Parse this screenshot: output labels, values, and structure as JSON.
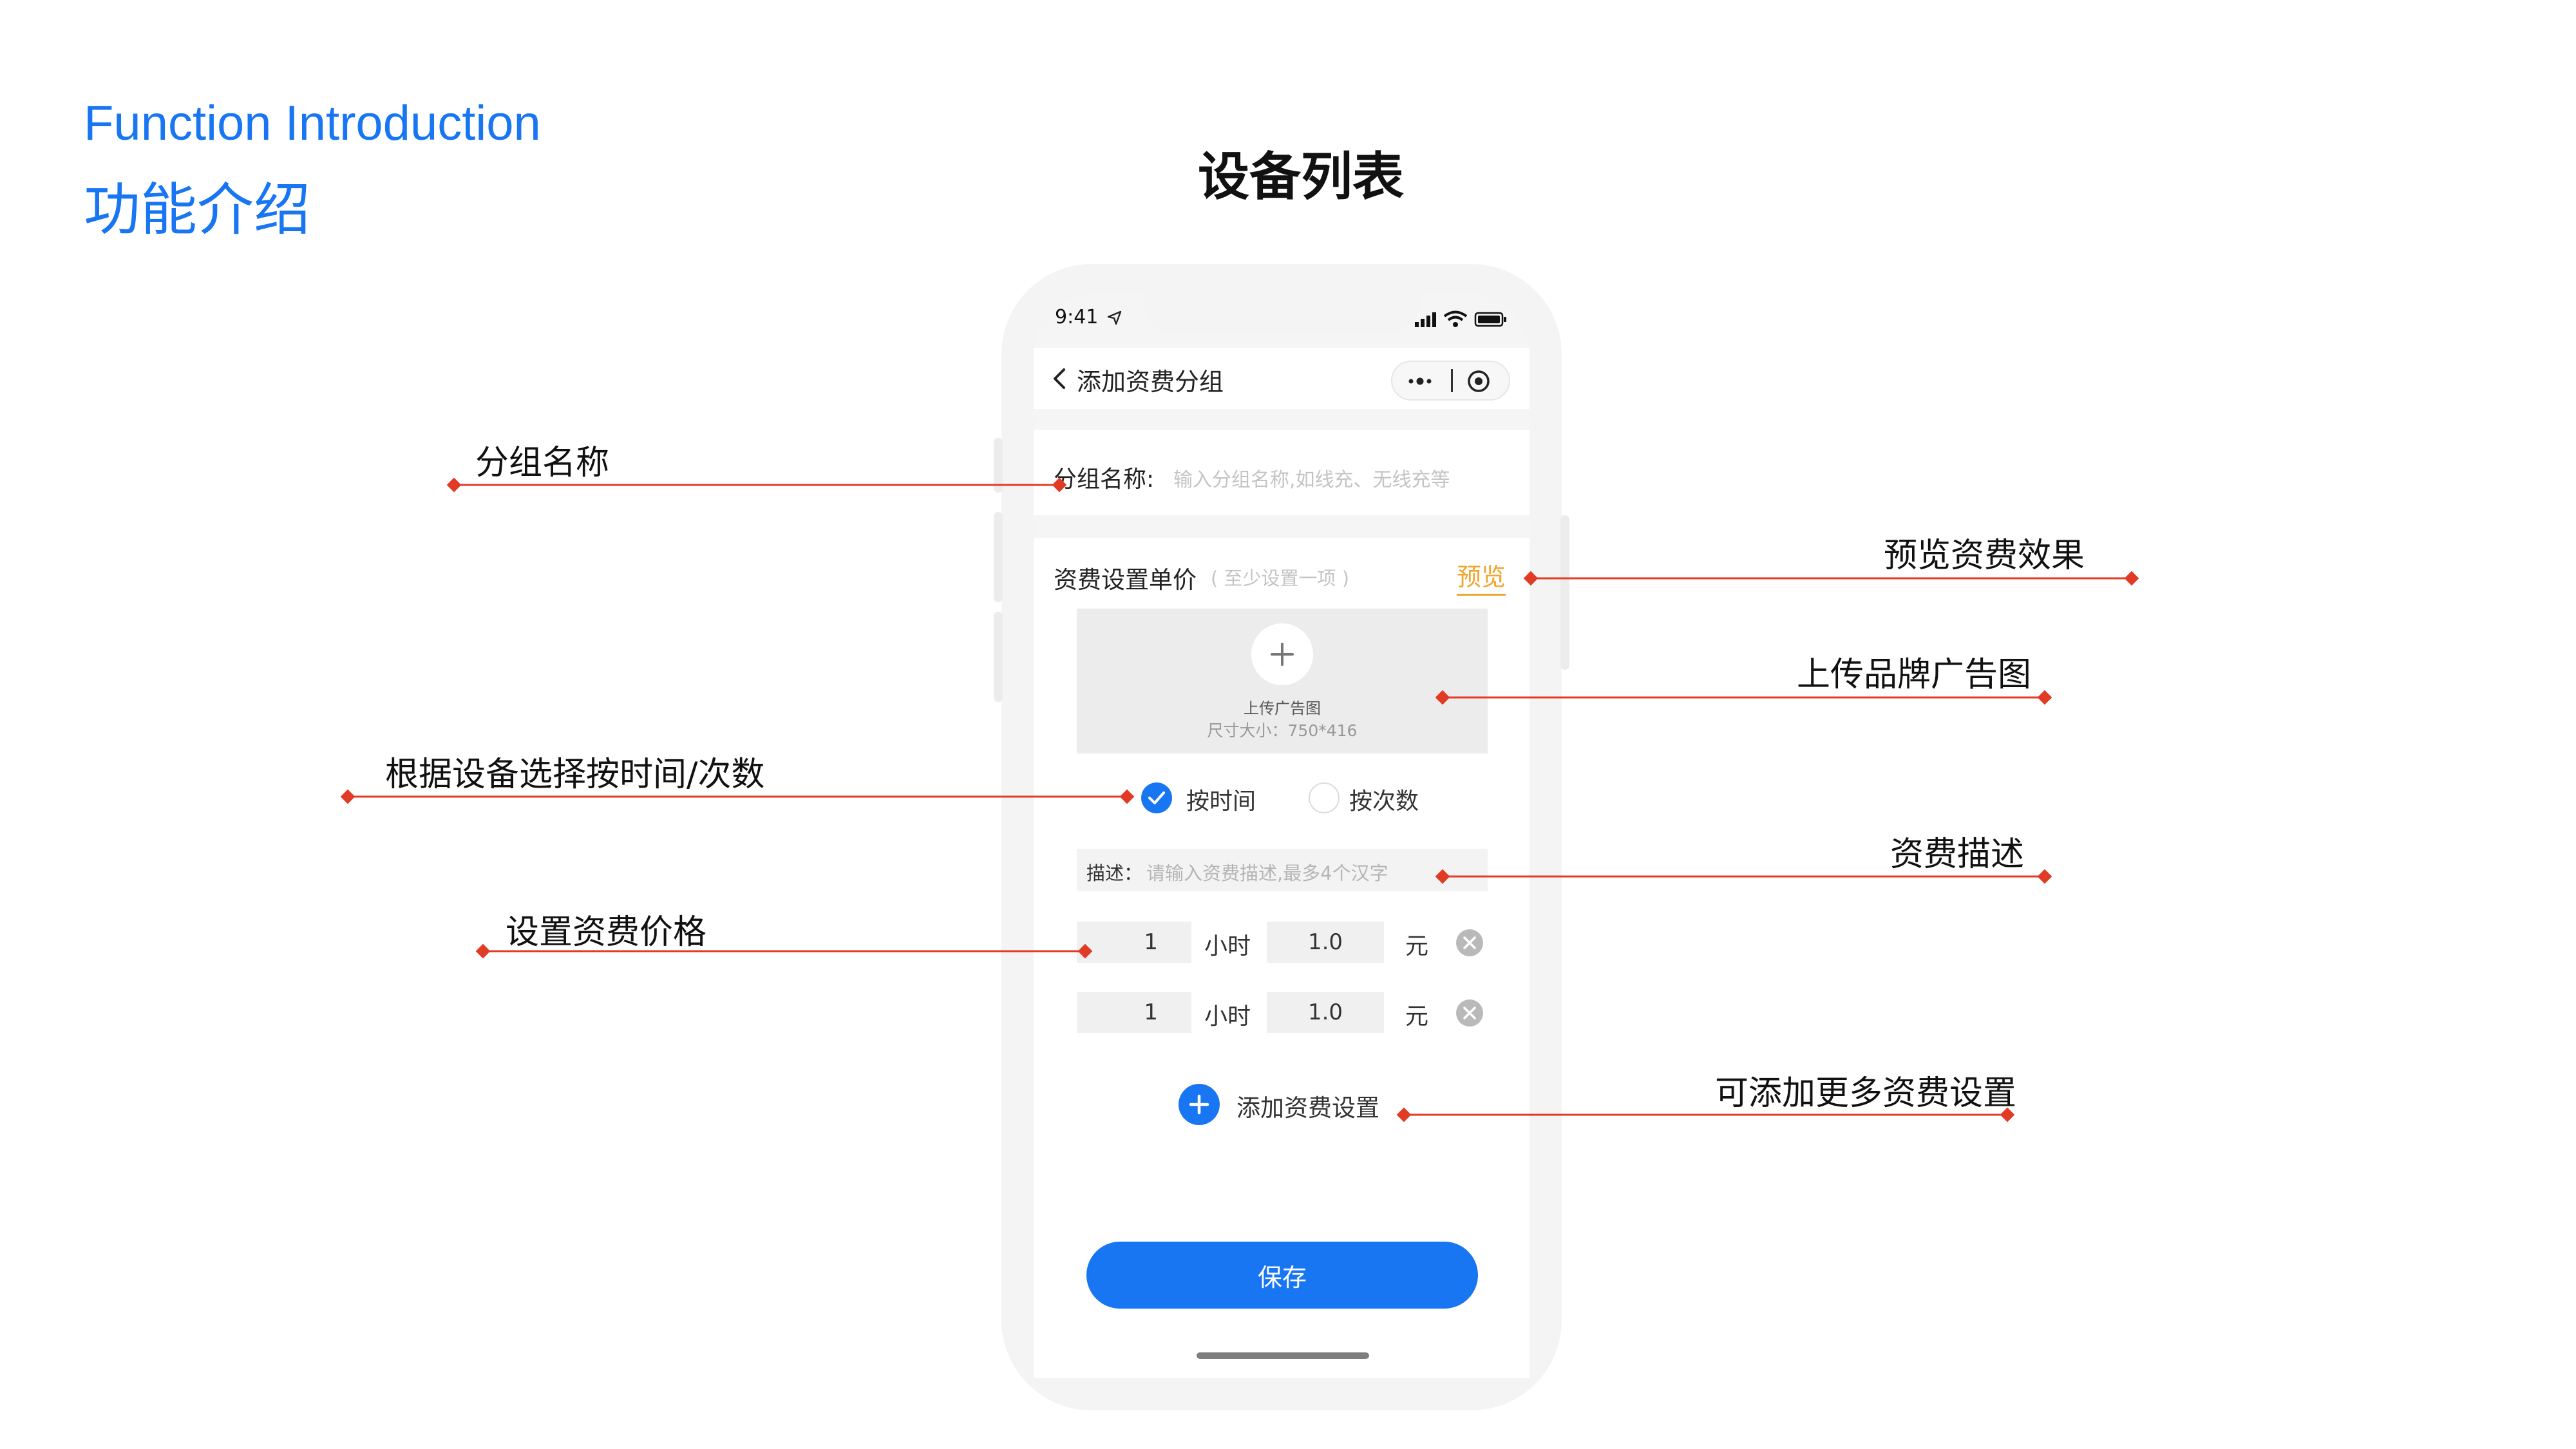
{
  "header": {
    "title_en": "Function Introduction",
    "title_cn": "功能介绍"
  },
  "page_title": "设备列表",
  "accent_color": "#1876f2",
  "phone": {
    "status": {
      "time": "9:41"
    },
    "nav": {
      "title": "添加资费分组"
    },
    "group_name": {
      "label": "分组名称:",
      "placeholder": "输入分组名称,如线充、无线充等"
    },
    "price_section": {
      "label": "资费设置单价",
      "hint": "( 至少设置一项 )",
      "preview": "预览"
    },
    "upload": {
      "title": "上传广告图",
      "size": "尺寸大小：750*416"
    },
    "billing_mode": {
      "options": [
        {
          "label": "按时间",
          "checked": true
        },
        {
          "label": "按次数",
          "checked": false
        }
      ]
    },
    "description": {
      "label": "描述：",
      "placeholder": "请输入资费描述,最多4个汉字"
    },
    "price_rows": [
      {
        "amount": "1",
        "unit": "小时",
        "price": "1.0",
        "currency": "元"
      },
      {
        "amount": "1",
        "unit": "小时",
        "price": "1.0",
        "currency": "元"
      }
    ],
    "add_label": "添加资费设置",
    "save_label": "保存"
  },
  "annotations": {
    "group_name": "分组名称",
    "preview": "预览资费效果",
    "upload": "上传品牌广告图",
    "billing_mode": "根据设备选择按时间/次数",
    "description": "资费描述",
    "price": "设置资费价格",
    "add_more": "可添加更多资费设置"
  },
  "annotation_line_color": "#e23b25"
}
